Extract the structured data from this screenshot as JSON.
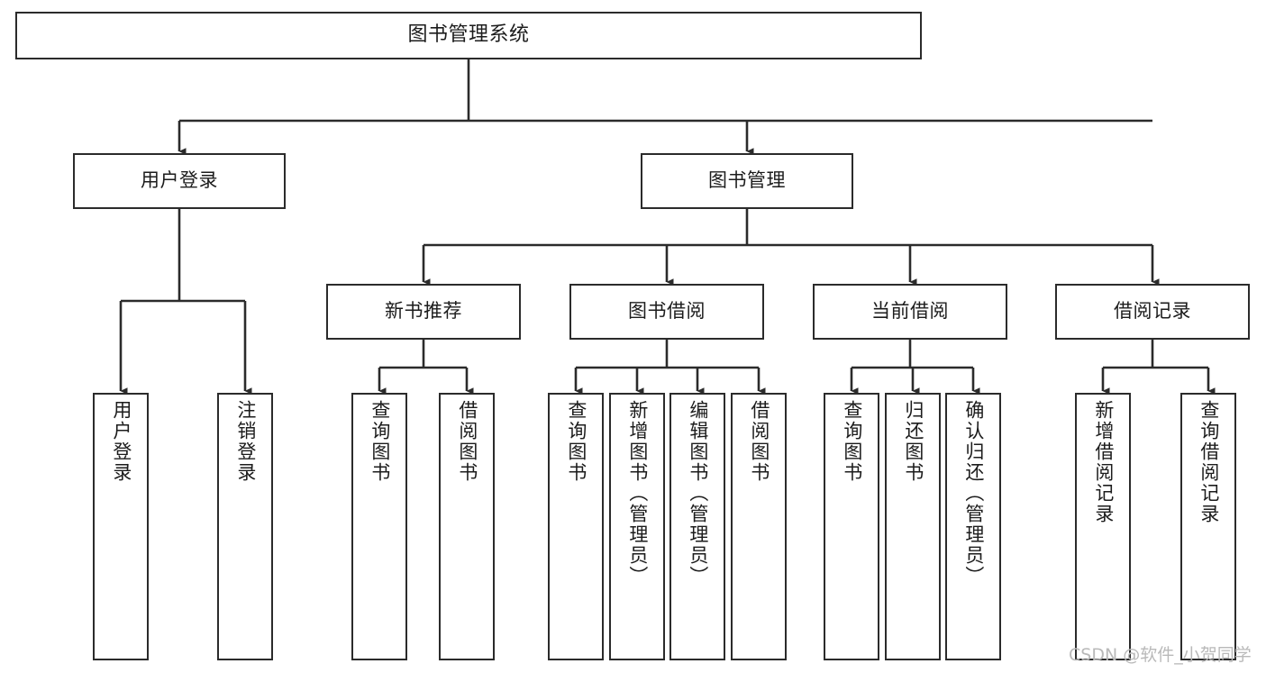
{
  "diagram": {
    "title": "图书管理系统",
    "type": "tree-hierarchy-chart",
    "orientation": "top-down",
    "colors": {
      "box_border": "#2b2b2b",
      "box_fill": "#ffffff",
      "edge": "#2b2b2b",
      "background": "#ffffff",
      "watermark": "#b9b9b9"
    },
    "watermark": "CSDN @软件_小贺同学"
  },
  "nodes": {
    "root": {
      "label": "图书管理系统"
    },
    "level2": [
      {
        "id": "user-login",
        "label": "用户登录"
      },
      {
        "id": "book-management",
        "label": "图书管理"
      }
    ],
    "level3": [
      {
        "id": "new-book-recommend",
        "label": "新书推荐"
      },
      {
        "id": "book-borrow",
        "label": "图书借阅"
      },
      {
        "id": "current-borrow",
        "label": "当前借阅"
      },
      {
        "id": "borrow-record",
        "label": "借阅记录"
      }
    ],
    "leaves": {
      "user_login": [
        {
          "id": "leaf-user-login",
          "label": "用户登录"
        },
        {
          "id": "leaf-logout-login",
          "label": "注销登录"
        }
      ],
      "new_book_recommend": [
        {
          "id": "leaf-query-book-1",
          "label": "查询图书"
        },
        {
          "id": "leaf-borrow-book-1",
          "label": "借阅图书"
        }
      ],
      "book_borrow": [
        {
          "id": "leaf-query-book-2",
          "label": "查询图书"
        },
        {
          "id": "leaf-add-book-admin",
          "label": "新增图书（管理员）"
        },
        {
          "id": "leaf-edit-book-admin",
          "label": "编辑图书（管理员）"
        },
        {
          "id": "leaf-borrow-book-2",
          "label": "借阅图书"
        }
      ],
      "current_borrow": [
        {
          "id": "leaf-query-book-3",
          "label": "查询图书"
        },
        {
          "id": "leaf-return-book",
          "label": "归还图书"
        },
        {
          "id": "leaf-confirm-return-admin",
          "label": "确认归还（管理员）"
        }
      ],
      "borrow_record": [
        {
          "id": "leaf-add-borrow-record",
          "label": "新增借阅记录"
        },
        {
          "id": "leaf-query-borrow-record",
          "label": "查询借阅记录"
        }
      ]
    }
  }
}
